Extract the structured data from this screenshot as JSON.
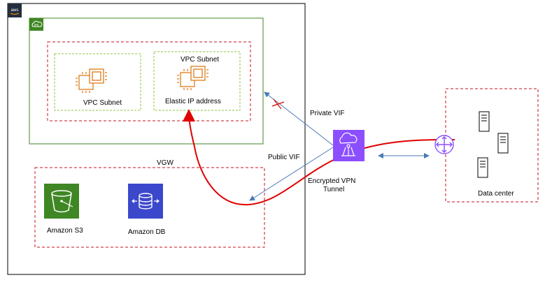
{
  "aws_cloud": {
    "logo_text": "aws"
  },
  "vpc": {
    "subnet_left": {
      "label": "VPC Subnet"
    },
    "subnet_right": {
      "label": "VPC Subnet",
      "elastic_ip_label": "Elastic IP address"
    }
  },
  "vgw": {
    "label": "VGW",
    "services": [
      {
        "label": "Amazon S3",
        "color": "#3f8624"
      },
      {
        "label": "Amazon DB",
        "color": "#3b48cc"
      }
    ]
  },
  "links": {
    "private_vif": "Private VIF",
    "public_vif": "Public VIF",
    "vpn_tunnel_line1": "Encrypted VPN",
    "vpn_tunnel_line2": "Tunnel"
  },
  "data_center": {
    "label": "Data center"
  },
  "colors": {
    "vpc_border": "#3f8624",
    "subnet_dashed": "#8cc63f",
    "red_dashed": "#c7131f",
    "tunnel_red": "#e00000",
    "arrow_blue": "#4a7ab5",
    "direct_connect": "#8c4fff",
    "router": "#8c4fff",
    "ec2_orange": "#e07b1a",
    "aws_logo_bg": "#232f3e"
  }
}
